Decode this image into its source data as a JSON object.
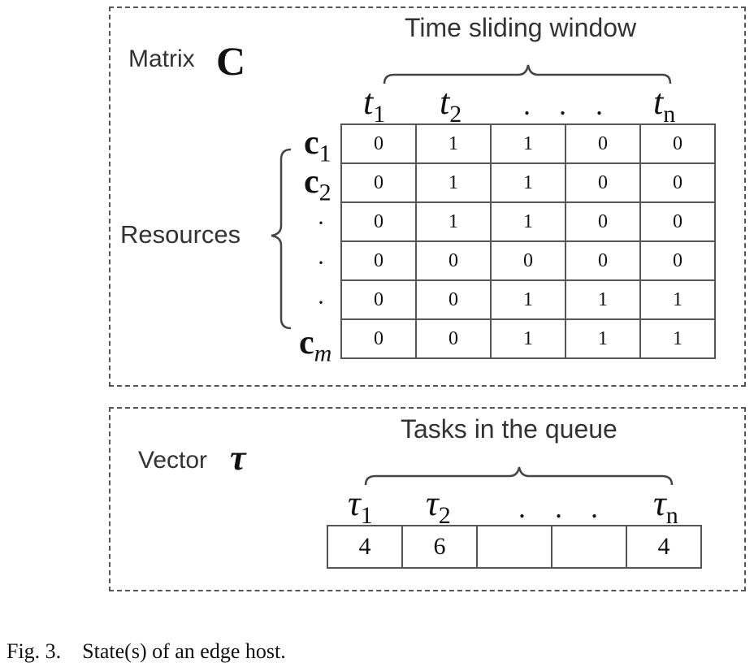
{
  "matrix_panel": {
    "label": "Matrix",
    "symbol": "C",
    "window_label": "Time sliding window",
    "resources_label": "Resources",
    "columns": [
      {
        "base": "t",
        "sub": "1"
      },
      {
        "base": "t",
        "sub": "2"
      },
      {
        "base": ".",
        "sub": ""
      },
      {
        "base": ".",
        "sub": ""
      },
      {
        "base": ".",
        "sub": ""
      },
      {
        "base": "t",
        "sub": "n"
      }
    ],
    "rows": [
      {
        "base": "c",
        "sub": "1"
      },
      {
        "base": "c",
        "sub": "2"
      },
      {
        "base": "·",
        "sub": ""
      },
      {
        "base": "·",
        "sub": ""
      },
      {
        "base": "·",
        "sub": ""
      },
      {
        "base": "c",
        "sub": "m"
      }
    ],
    "values": [
      [
        "0",
        "1",
        "1",
        "0",
        "0"
      ],
      [
        "0",
        "1",
        "1",
        "0",
        "0"
      ],
      [
        "0",
        "1",
        "1",
        "0",
        "0"
      ],
      [
        "0",
        "0",
        "0",
        "0",
        "0"
      ],
      [
        "0",
        "0",
        "1",
        "1",
        "1"
      ],
      [
        "0",
        "0",
        "1",
        "1",
        "1"
      ]
    ]
  },
  "vector_panel": {
    "label": "Vector",
    "symbol": "τ",
    "queue_label": "Tasks in the queue",
    "columns": [
      {
        "base": "τ",
        "sub": "1"
      },
      {
        "base": "τ",
        "sub": "2"
      },
      {
        "base": ".",
        "sub": ""
      },
      {
        "base": ".",
        "sub": ""
      },
      {
        "base": ".",
        "sub": ""
      },
      {
        "base": "τ",
        "sub": "n"
      }
    ],
    "values": [
      "4",
      "6",
      "",
      "",
      "4"
    ]
  },
  "caption": {
    "text": "Fig. 3.    State(s) of an edge host."
  }
}
